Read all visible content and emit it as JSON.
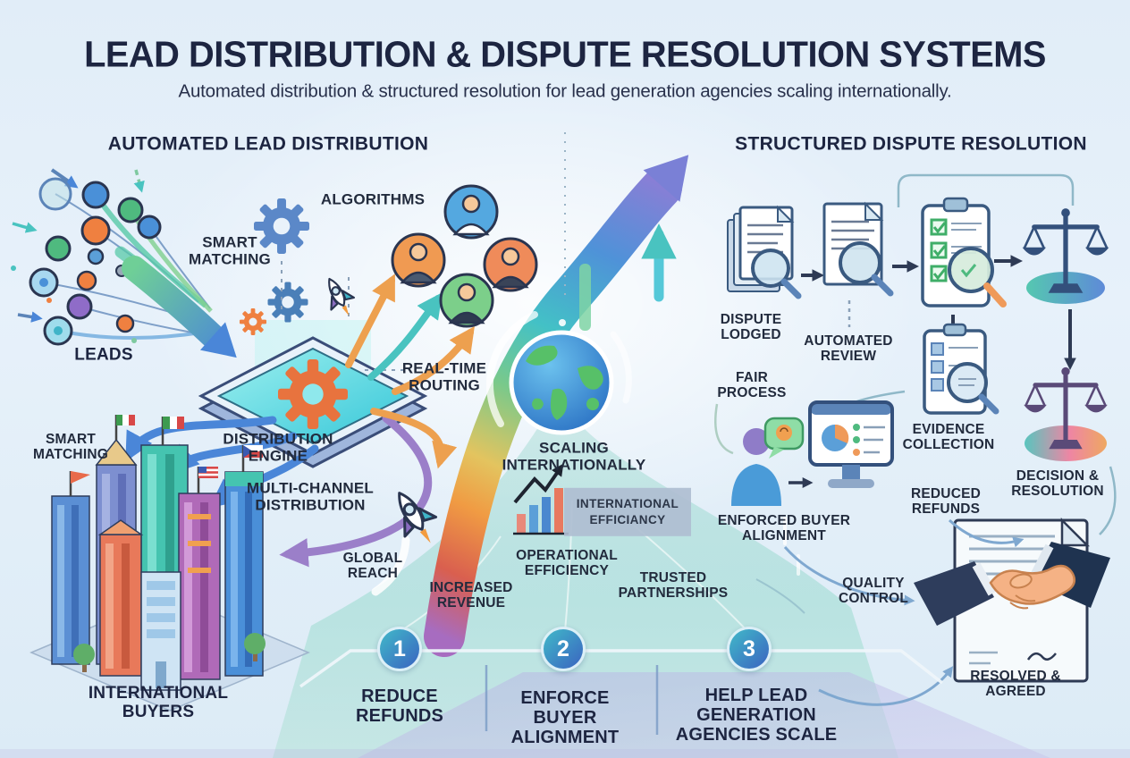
{
  "header": {
    "title": "LEAD DISTRIBUTION & DISPUTE RESOLUTION SYSTEMS",
    "subtitle": "Automated distribution & structured resolution for lead generation agencies scaling internationally."
  },
  "left": {
    "heading": "AUTOMATED LEAD DISTRIBUTION",
    "labels": {
      "leads": "LEADS",
      "smart_matching_top": "SMART\nMATCHING",
      "algorithms": "ALGORITHMS",
      "real_time_routing": "REAL-TIME\nROUTING",
      "smart_matching_bottom": "SMART\nMATCHING",
      "distribution_engine": "DISTRIBUTION\nENGINE",
      "multi_channel_distribution": "MULTI-CHANNEL\nDISTRIBUTION",
      "global_reach": "GLOBAL\nREACH",
      "international_buyers": "INTERNATIONAL\nBUYERS"
    }
  },
  "middle": {
    "labels": {
      "scaling_internationally": "SCALING\nINTERNATIONALLY",
      "international_efficiancy": "INTERNATIONAL\nEFFICIANCY",
      "operational_efficiency": "OPERATIONAL\nEFFICIENCY",
      "increased_revenue": "INCREASED\nREVENUE",
      "trusted_partnerships": "TRUSTED\nPARTNERSHIPS"
    }
  },
  "right": {
    "heading": "STRUCTURED DISPUTE RESOLUTION",
    "labels": {
      "dispute_lodged": "DISPUTE\nLODGED",
      "automated_review": "AUTOMATED\nREVIEW",
      "fair_process": "FAIR\nPROCESS",
      "evidence_collection": "EVIDENCE\nCOLLECTION",
      "decision_resolution": "DECISION &\nRESOLUTION",
      "enforced_buyer_alignment": "ENFORCED BUYER\nALIGNMENT",
      "reduced_refunds": "REDUCED\nREFUNDS",
      "quality_control": "QUALITY\nCONTROL",
      "resolved_agreed": "RESOLVED &\nAGREED"
    }
  },
  "bottom": {
    "items": [
      {
        "number": "1",
        "label": "REDUCE\nREFUNDS"
      },
      {
        "number": "2",
        "label": "ENFORCE\nBUYER\nALIGNMENT"
      },
      {
        "number": "3",
        "label": "HELP LEAD\nGENERATION\nAGENCIES SCALE"
      }
    ]
  },
  "colors": {
    "title": "#1d2541",
    "badge_gradient_start": "#41b9c9",
    "badge_gradient_end": "#3a63c0",
    "swoosh_green": "#79c98b",
    "swoosh_purple": "#8a7ed6",
    "swoosh_orange": "#f09b43",
    "road_teal": "#a5ddd4",
    "lavender": "#c3bfe8"
  }
}
